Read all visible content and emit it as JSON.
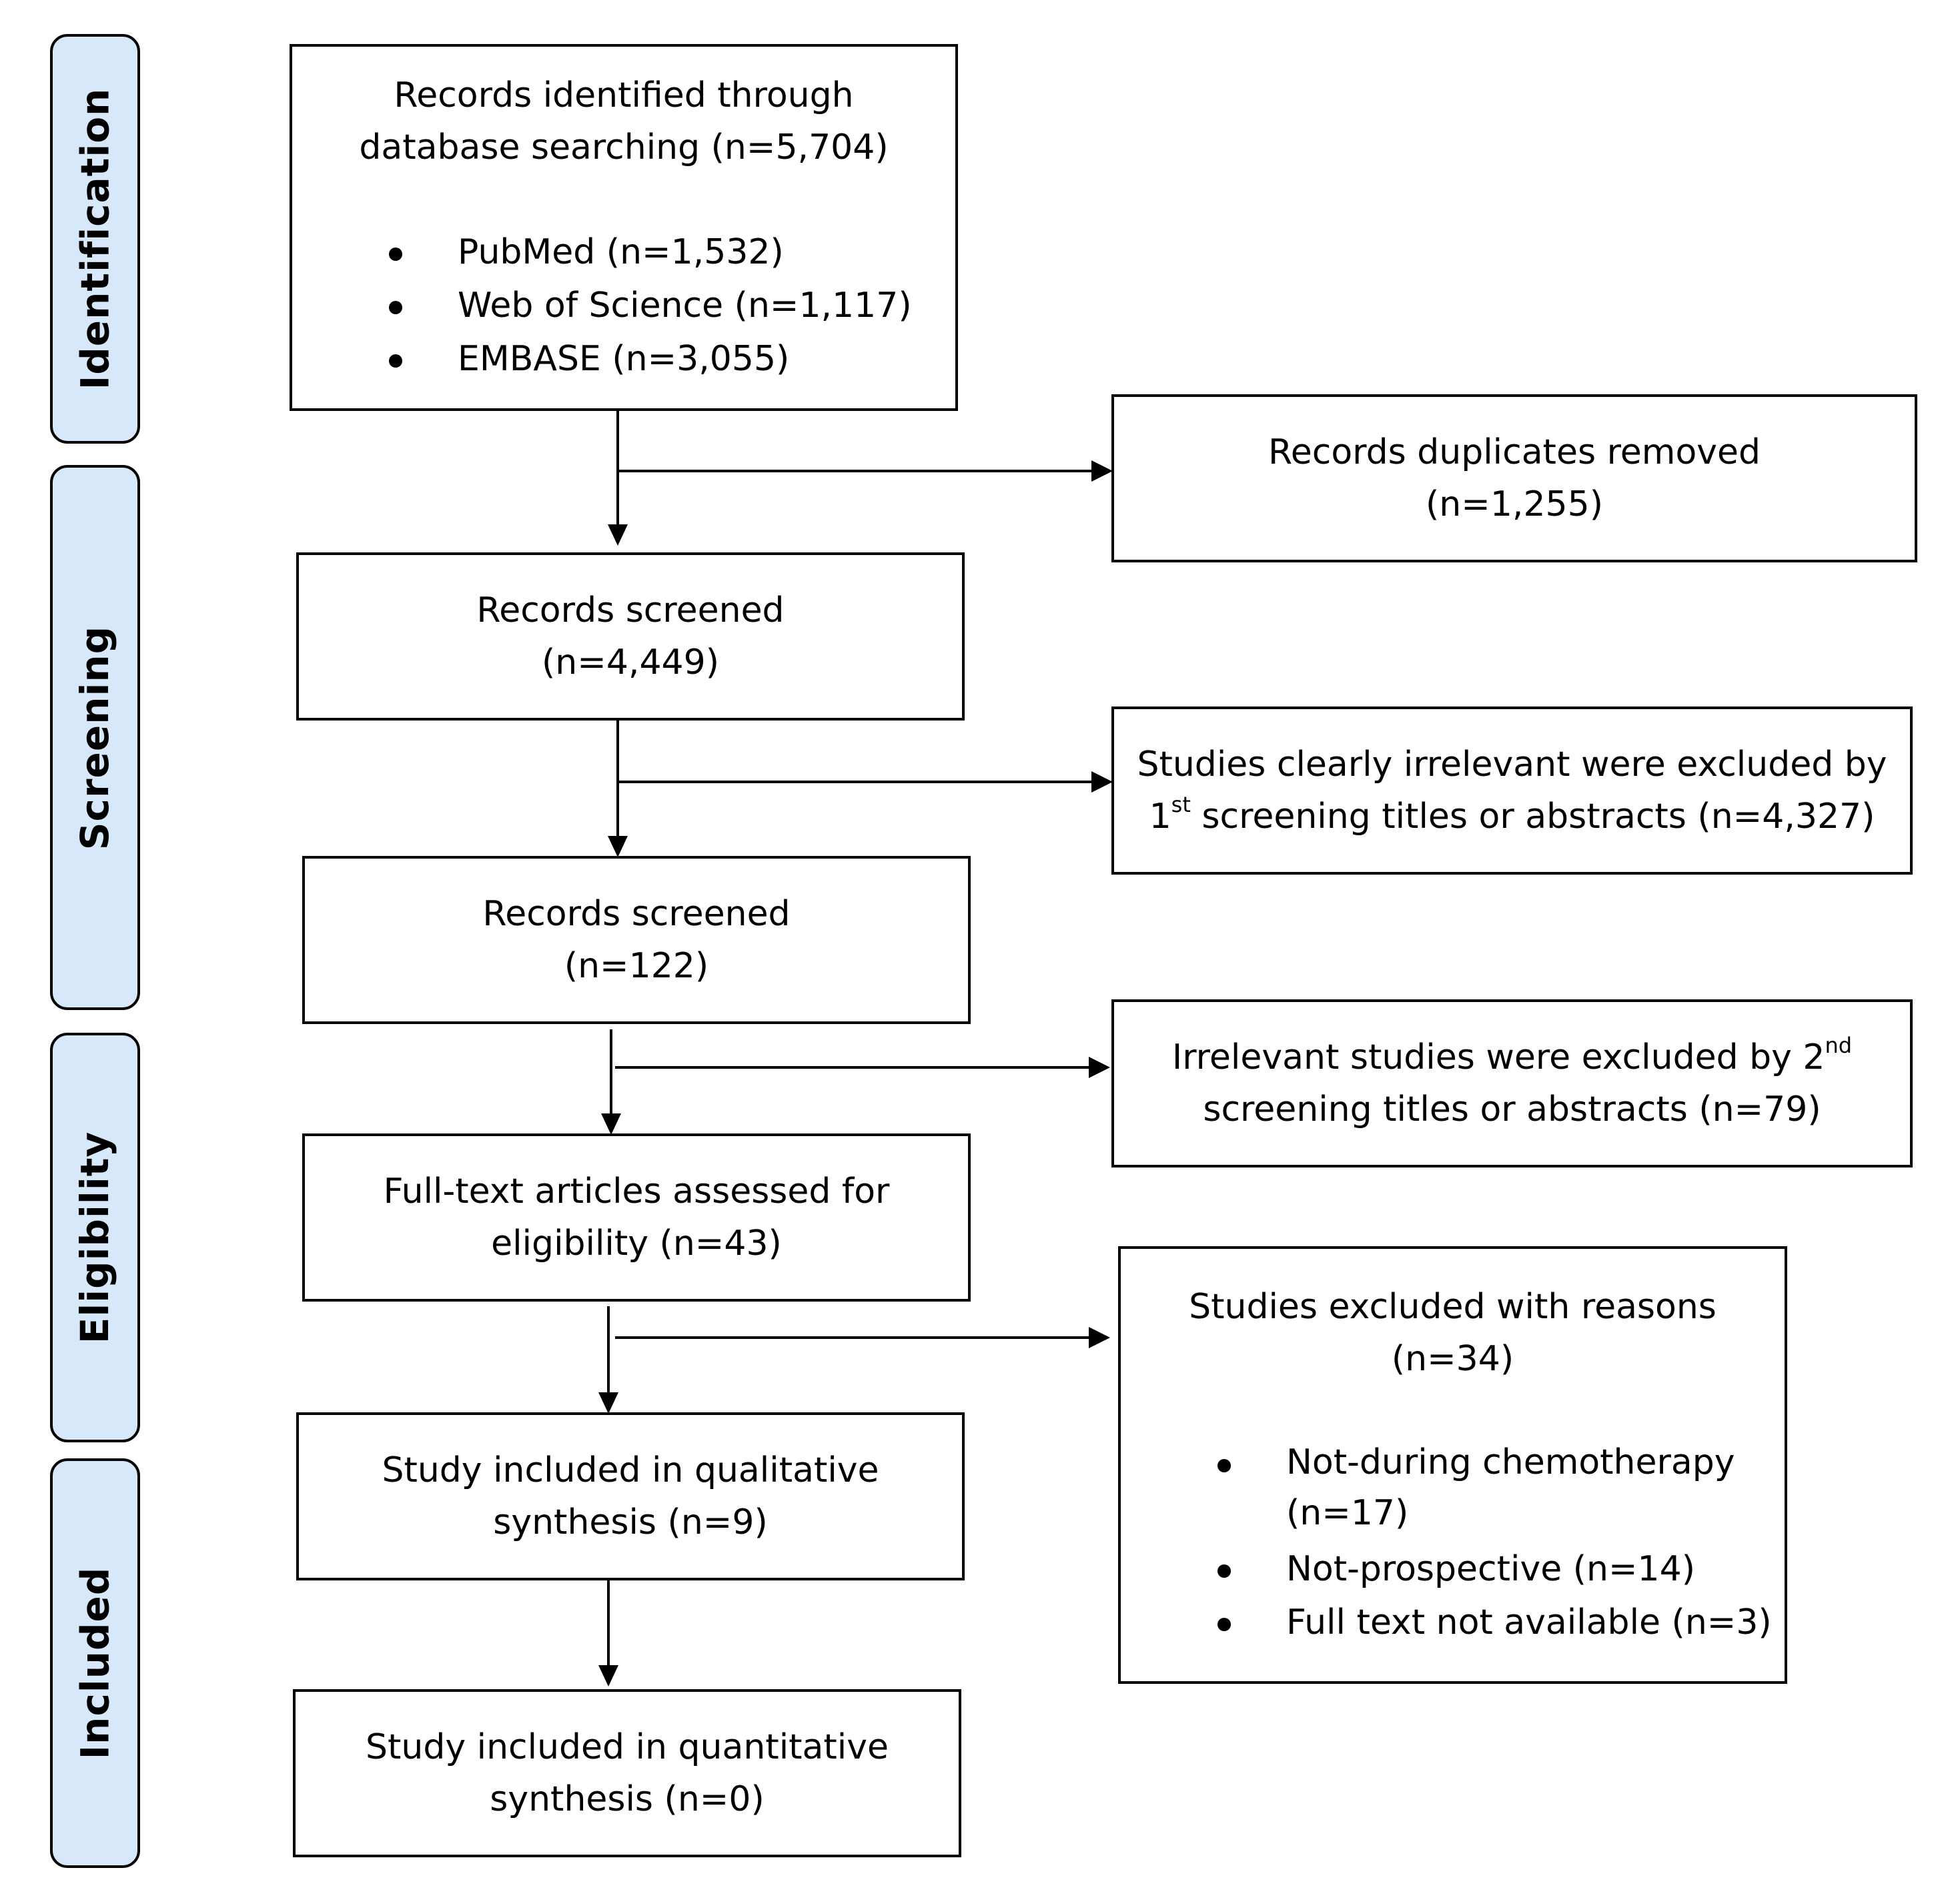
{
  "phases": {
    "identification": "Identification",
    "screening": "Screening",
    "eligibility": "Eligibility",
    "included": "Included"
  },
  "boxes": {
    "identified": {
      "line1": "Records identified through",
      "line2": "database searching (n=5,704)",
      "sources": [
        "PubMed (n=1,532)",
        "Web of Science (n=1,117)",
        "EMBASE (n=3,055)"
      ]
    },
    "duplicates": {
      "line1": "Records duplicates removed",
      "line2": "(n=1,255)"
    },
    "screened1": {
      "line1": "Records screened",
      "line2": "(n=4,449)"
    },
    "excluded1": {
      "line1": "Studies clearly irrelevant were excluded by",
      "ordinal_num": "1",
      "ordinal_sup": "st",
      "line2_rest": " screening titles or abstracts (n=4,327)"
    },
    "screened2": {
      "line1": "Records screened",
      "line2": "(n=122)"
    },
    "excluded2": {
      "line1_prefix": "Irrelevant studies were excluded by 2",
      "line1_sup": "nd",
      "line2": "screening titles or abstracts (n=79)"
    },
    "fulltext": {
      "line1": "Full-text articles assessed for",
      "line2": "eligibility (n=43)"
    },
    "excluded_reasons": {
      "line1": "Studies excluded with reasons",
      "line2": "(n=34)",
      "reason1_line1": "Not-during chemotherapy",
      "reason1_line2": "(n=17)",
      "reason2": "Not-prospective (n=14)",
      "reason3": "Full text not available (n=3)"
    },
    "qualitative": {
      "line1": "Study included in qualitative",
      "line2": "synthesis (n=9)"
    },
    "quantitative": {
      "line1": "Study included in quantitative",
      "line2": "synthesis (n=0)"
    }
  }
}
